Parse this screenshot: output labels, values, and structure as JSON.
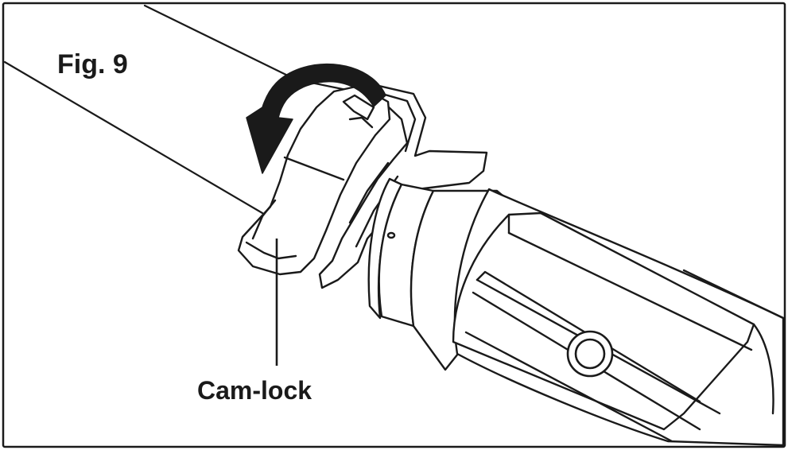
{
  "figure": {
    "title": "Fig. 9",
    "callout_label": "Cam-lock"
  },
  "colors": {
    "line": "#1a1a1a",
    "background": "#ffffff",
    "arrow": "#1a1a1a"
  },
  "icons": {
    "rotation_arrow": "curved-arrow-counterclockwise"
  }
}
